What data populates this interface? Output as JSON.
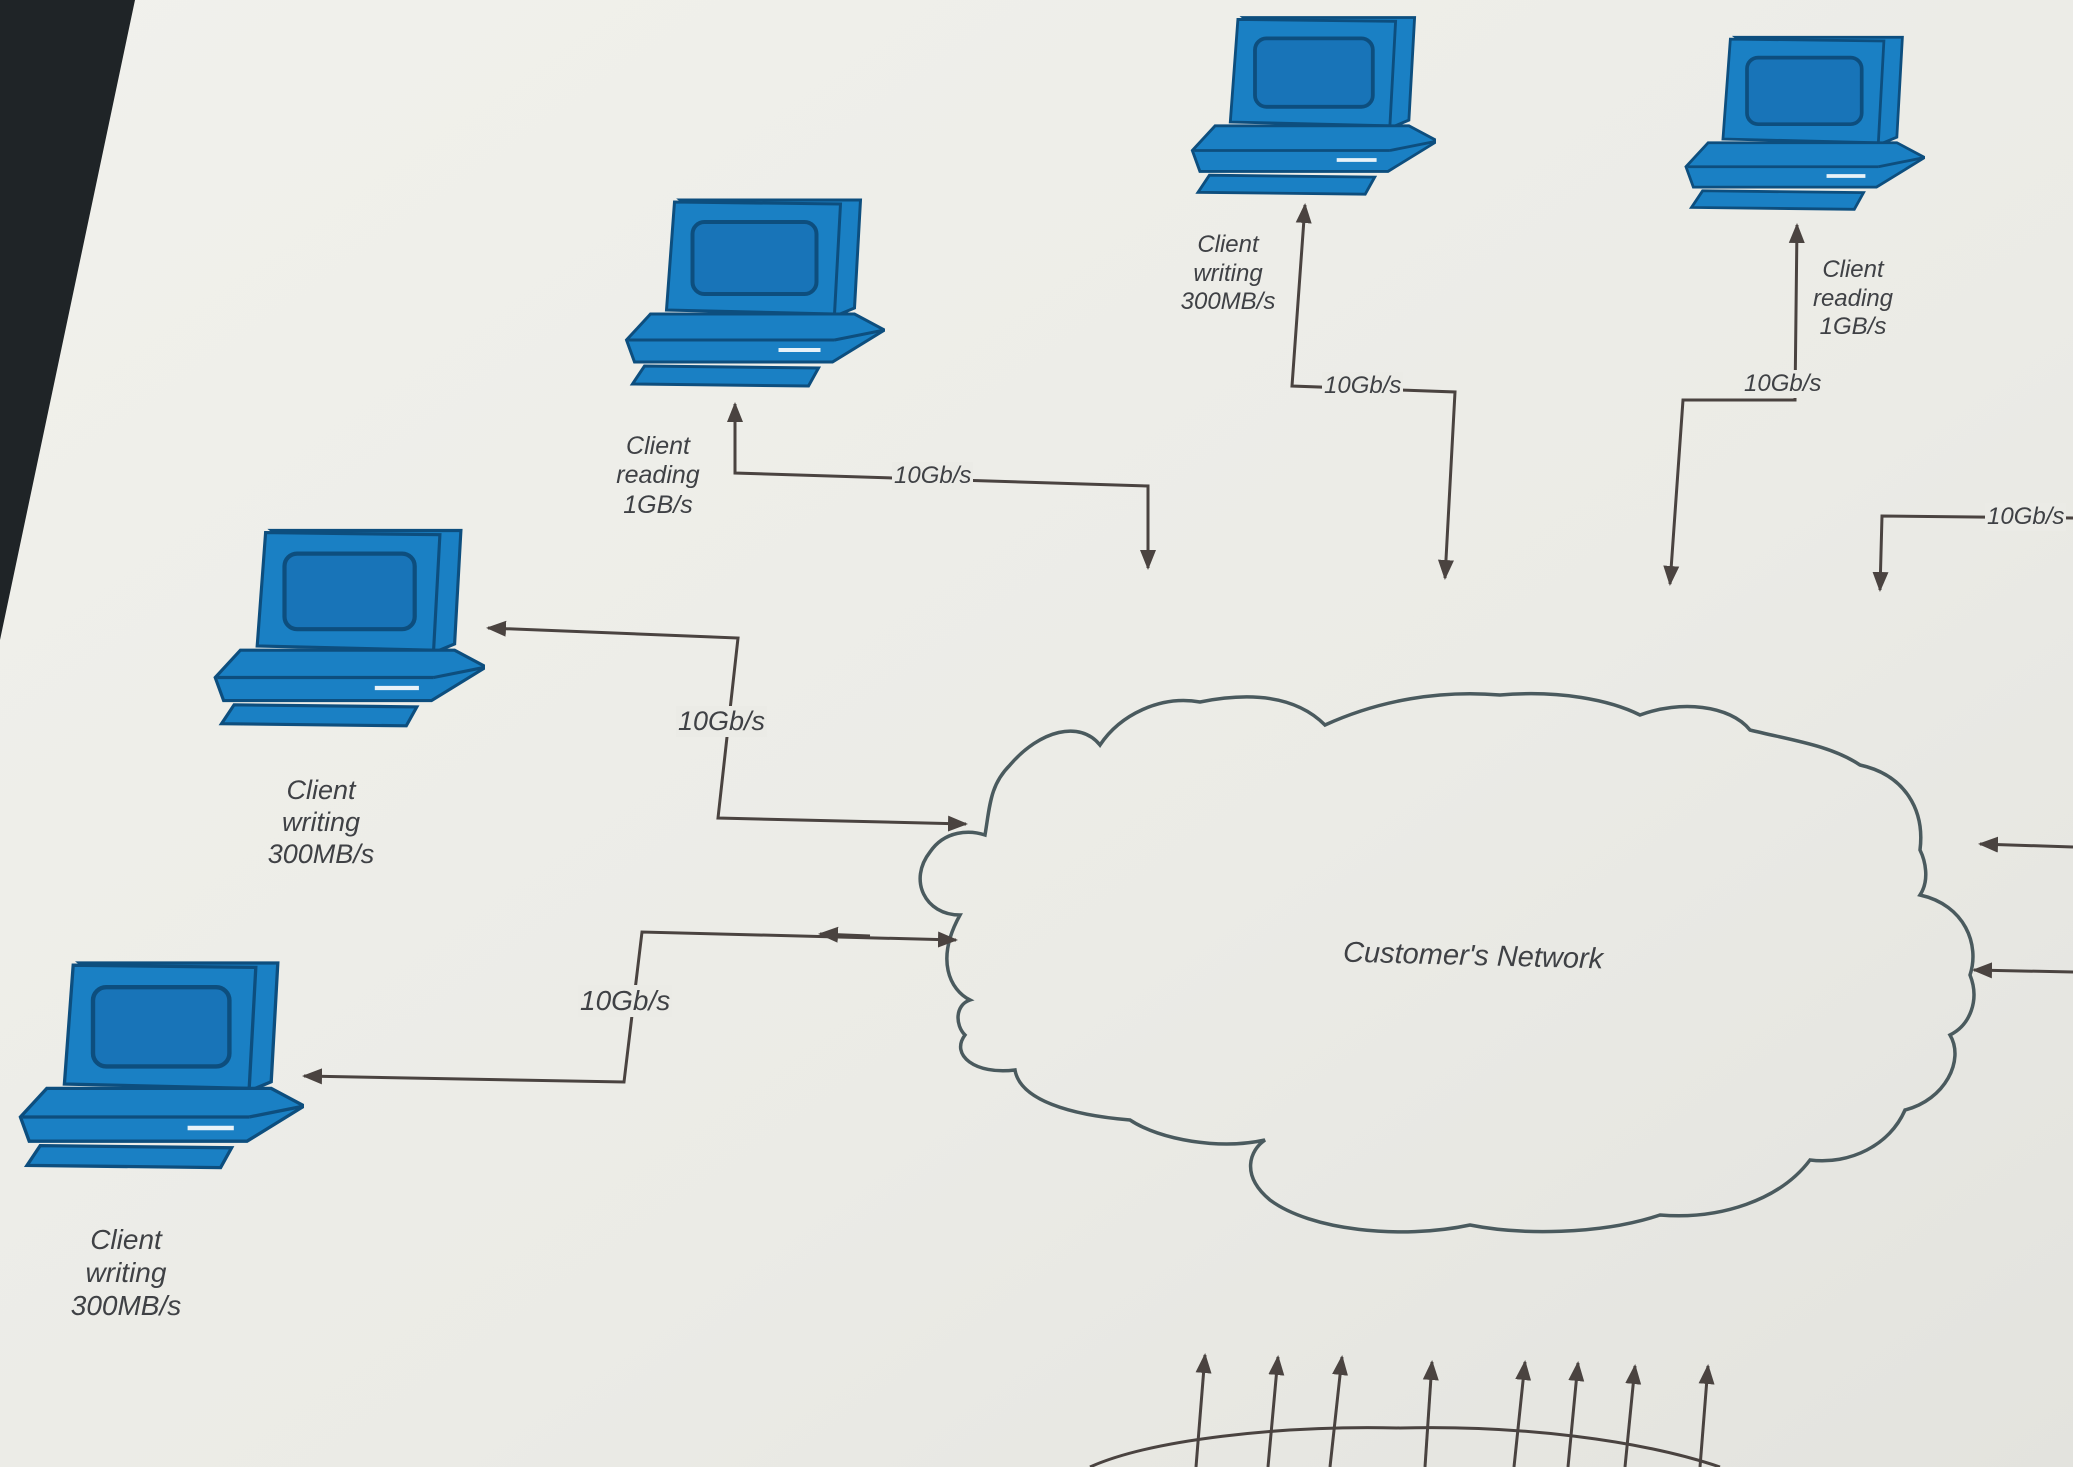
{
  "diagram": {
    "network_label": "Customer's Network",
    "colors": {
      "client_icon": "#1a80c4",
      "client_icon_outline": "#0d4e7e",
      "line": "#4a4340",
      "cloud_outline": "#4a5a5e",
      "paper": "#ebebe6",
      "bezel": "#1f2427"
    },
    "clients": [
      {
        "icon": "desktop-computer-icon",
        "line1": "Client",
        "line2": "reading",
        "line3": "1GB/s",
        "link": "10Gb/s"
      },
      {
        "icon": "desktop-computer-icon",
        "line1": "Client",
        "line2": "writing",
        "line3": "300MB/s",
        "link": "10Gb/s"
      },
      {
        "icon": "desktop-computer-icon",
        "line1": "Client",
        "line2": "reading",
        "line3": "1GB/s",
        "link": "10Gb/s"
      },
      {
        "icon": "desktop-computer-icon",
        "line1": "Client",
        "line2": "writing",
        "line3": "300MB/s",
        "link": "10Gb/s"
      },
      {
        "icon": "desktop-computer-icon",
        "line1": "Client",
        "line2": "writing",
        "line3": "300MB/s",
        "link": "10Gb/s"
      }
    ],
    "edge_link_label": "10Gb/s"
  }
}
